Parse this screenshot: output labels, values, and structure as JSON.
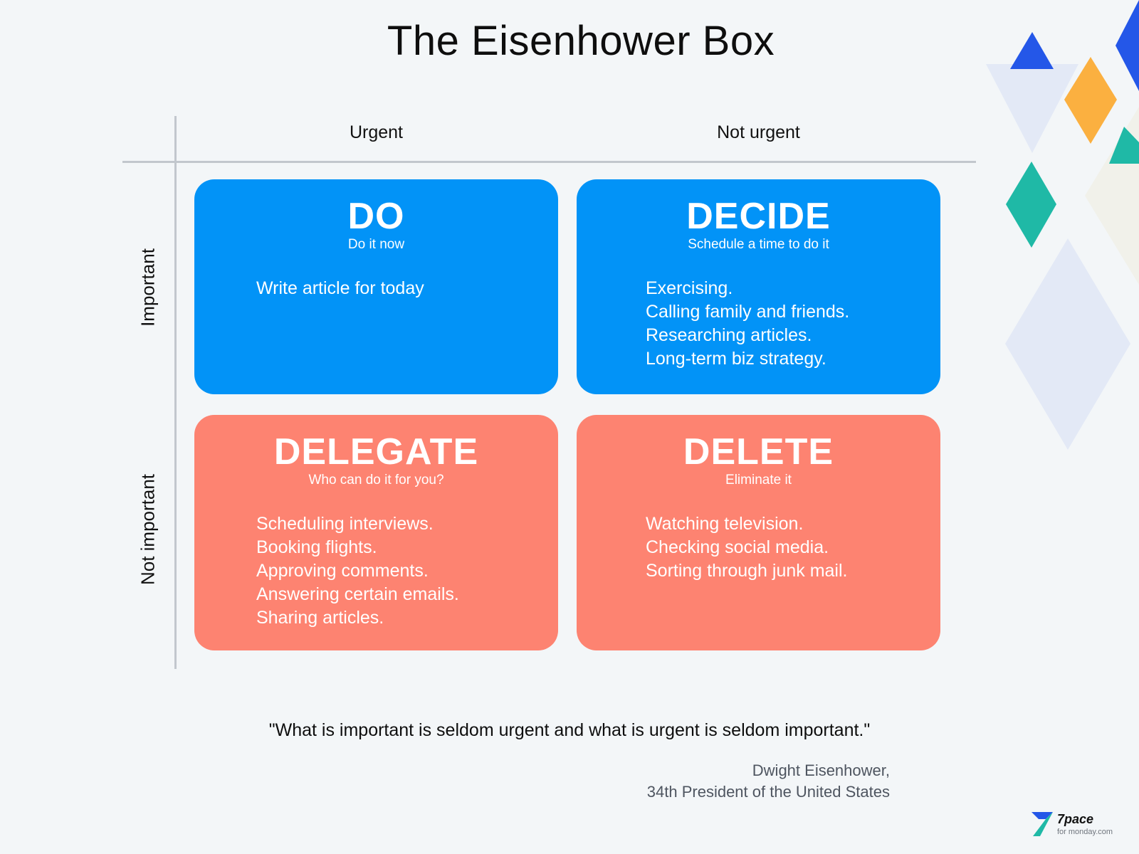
{
  "title": "The Eisenhower Box",
  "columns": [
    "Urgent",
    "Not urgent"
  ],
  "rows": [
    "Important",
    "Not important"
  ],
  "quadrants": [
    {
      "key": "do",
      "title": "DO",
      "subtitle": "Do it now",
      "color": "#0293f7",
      "items": [
        "Write article for today"
      ]
    },
    {
      "key": "decide",
      "title": "DECIDE",
      "subtitle": "Schedule a time to do it",
      "color": "#0293f7",
      "items": [
        "Exercising.",
        "Calling family and friends.",
        "Researching articles.",
        "Long-term biz strategy."
      ]
    },
    {
      "key": "delegate",
      "title": "DELEGATE",
      "subtitle": "Who can do it for you?",
      "color": "#fd8371",
      "items": [
        "Scheduling interviews.",
        "Booking flights.",
        "Approving comments.",
        "Answering certain emails.",
        "Sharing articles."
      ]
    },
    {
      "key": "delete",
      "title": "DELETE",
      "subtitle": "Eliminate it",
      "color": "#fd8371",
      "items": [
        "Watching television.",
        "Checking social media.",
        "Sorting through junk mail."
      ]
    }
  ],
  "quote": "\"What is important is seldom urgent and what is urgent is seldom important.\"",
  "attribution": {
    "line1": "Dwight Eisenhower,",
    "line2": "34th President of the United States"
  },
  "logo": {
    "name": "7pace",
    "sub": "for monday.com",
    "icon": "7pace-logo-icon"
  },
  "decoration_colors": {
    "blue": "#2457e8",
    "orange": "#fbb040",
    "teal": "#1fb9a6",
    "pale_blue": "#e3e9f6",
    "pale_cream": "#f1f1ea"
  }
}
